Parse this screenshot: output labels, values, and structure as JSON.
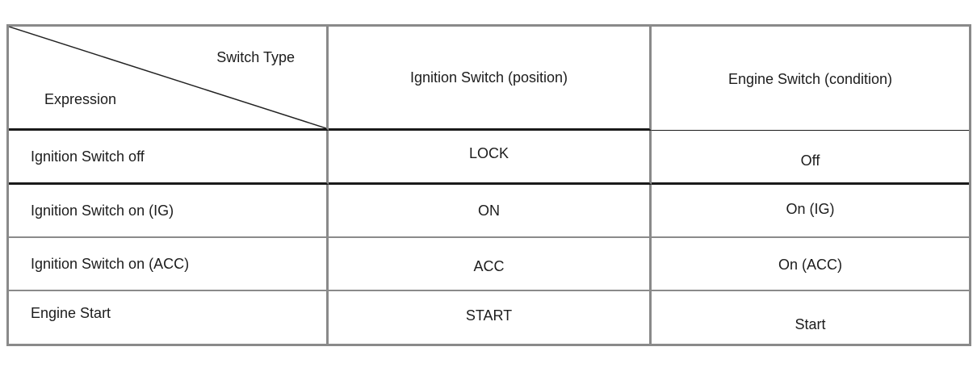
{
  "table": {
    "header": {
      "corner": {
        "top_label": "Switch Type",
        "bottom_label": "Expression"
      },
      "columns": [
        "Ignition Switch (position)",
        "Engine Switch (condition)"
      ]
    },
    "rows": [
      {
        "expression": "Ignition Switch off",
        "ignition_position": "LOCK",
        "engine_condition": "Off"
      },
      {
        "expression": "Ignition Switch on (IG)",
        "ignition_position": "ON",
        "engine_condition": "On (IG)"
      },
      {
        "expression": "Ignition Switch on (ACC)",
        "ignition_position": "ACC",
        "engine_condition": "On (ACC)"
      },
      {
        "expression": "Engine Start",
        "ignition_position": "START",
        "engine_condition": "Start"
      }
    ],
    "colors": {
      "grid_gray": "#8a8a8a",
      "separator_black": "#1a1a1a",
      "text": "#1c1c1c",
      "background": "#ffffff"
    }
  }
}
